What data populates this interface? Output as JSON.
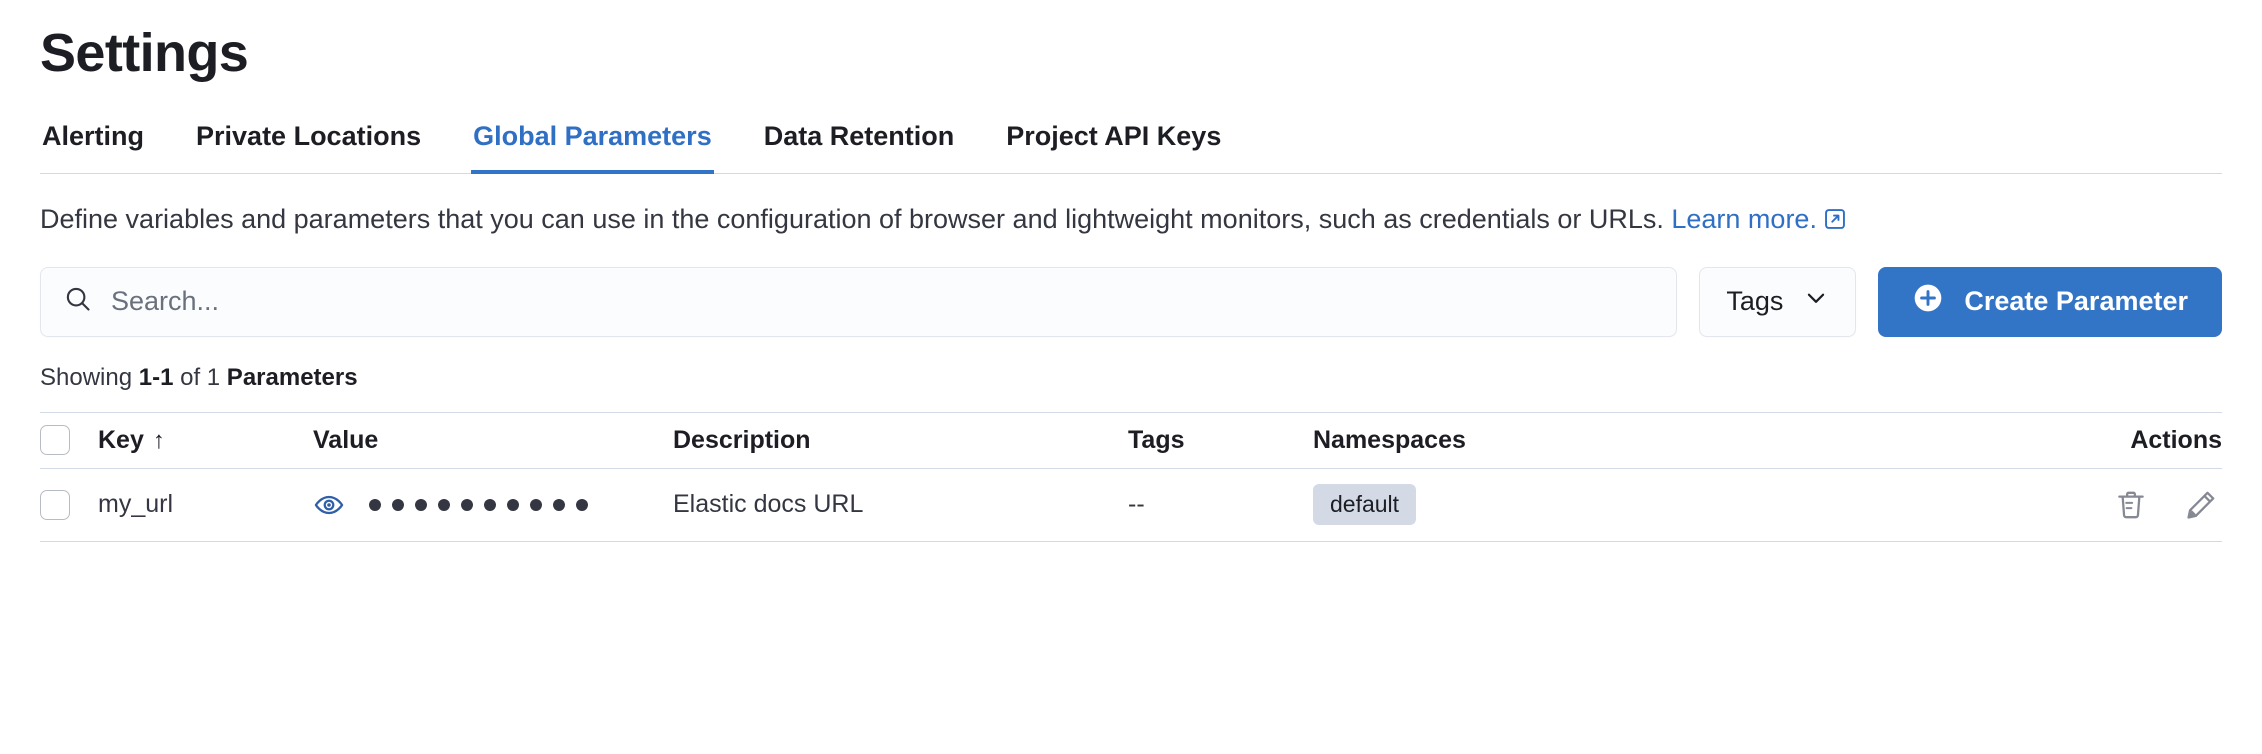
{
  "header": {
    "title": "Settings"
  },
  "tabs": [
    {
      "label": "Alerting",
      "active": false
    },
    {
      "label": "Private Locations",
      "active": false
    },
    {
      "label": "Global Parameters",
      "active": true
    },
    {
      "label": "Data Retention",
      "active": false
    },
    {
      "label": "Project API Keys",
      "active": false
    }
  ],
  "description": {
    "text": "Define variables and parameters that you can use in the configuration of browser and lightweight monitors, such as credentials or URLs. ",
    "link_text": "Learn more.",
    "link_icon": "external-link-icon"
  },
  "controls": {
    "search_placeholder": "Search...",
    "search_value": "",
    "search_icon": "search-icon",
    "tags_label": "Tags",
    "tags_icon": "chevron-down-icon",
    "create_label": "Create Parameter",
    "create_icon": "plus-circle-icon"
  },
  "results": {
    "showing_prefix": "Showing ",
    "range": "1-1",
    "of": " of ",
    "total": "1",
    "noun": " Parameters"
  },
  "table": {
    "columns": [
      {
        "label": "",
        "name": "select-all"
      },
      {
        "label": "Key",
        "name": "key",
        "sort": "↑"
      },
      {
        "label": "Value",
        "name": "value"
      },
      {
        "label": "Description",
        "name": "description"
      },
      {
        "label": "Tags",
        "name": "tags"
      },
      {
        "label": "Namespaces",
        "name": "namespaces"
      },
      {
        "label": "Actions",
        "name": "actions"
      }
    ],
    "rows": [
      {
        "selected": false,
        "key": "my_url",
        "value_masked": "●●●●●●●●●●",
        "value_dots": 10,
        "reveal_icon": "eye-icon",
        "description": "Elastic docs URL",
        "tags": "--",
        "namespaces": [
          "default"
        ],
        "actions": [
          "trash-icon",
          "pencil-icon"
        ]
      }
    ]
  },
  "colors": {
    "accent": "#3274c6",
    "link": "#2f6fc4",
    "text": "#1d1e24",
    "muted": "#6a717d",
    "border": "#d3dae6",
    "badge_bg": "#d3dae6"
  }
}
